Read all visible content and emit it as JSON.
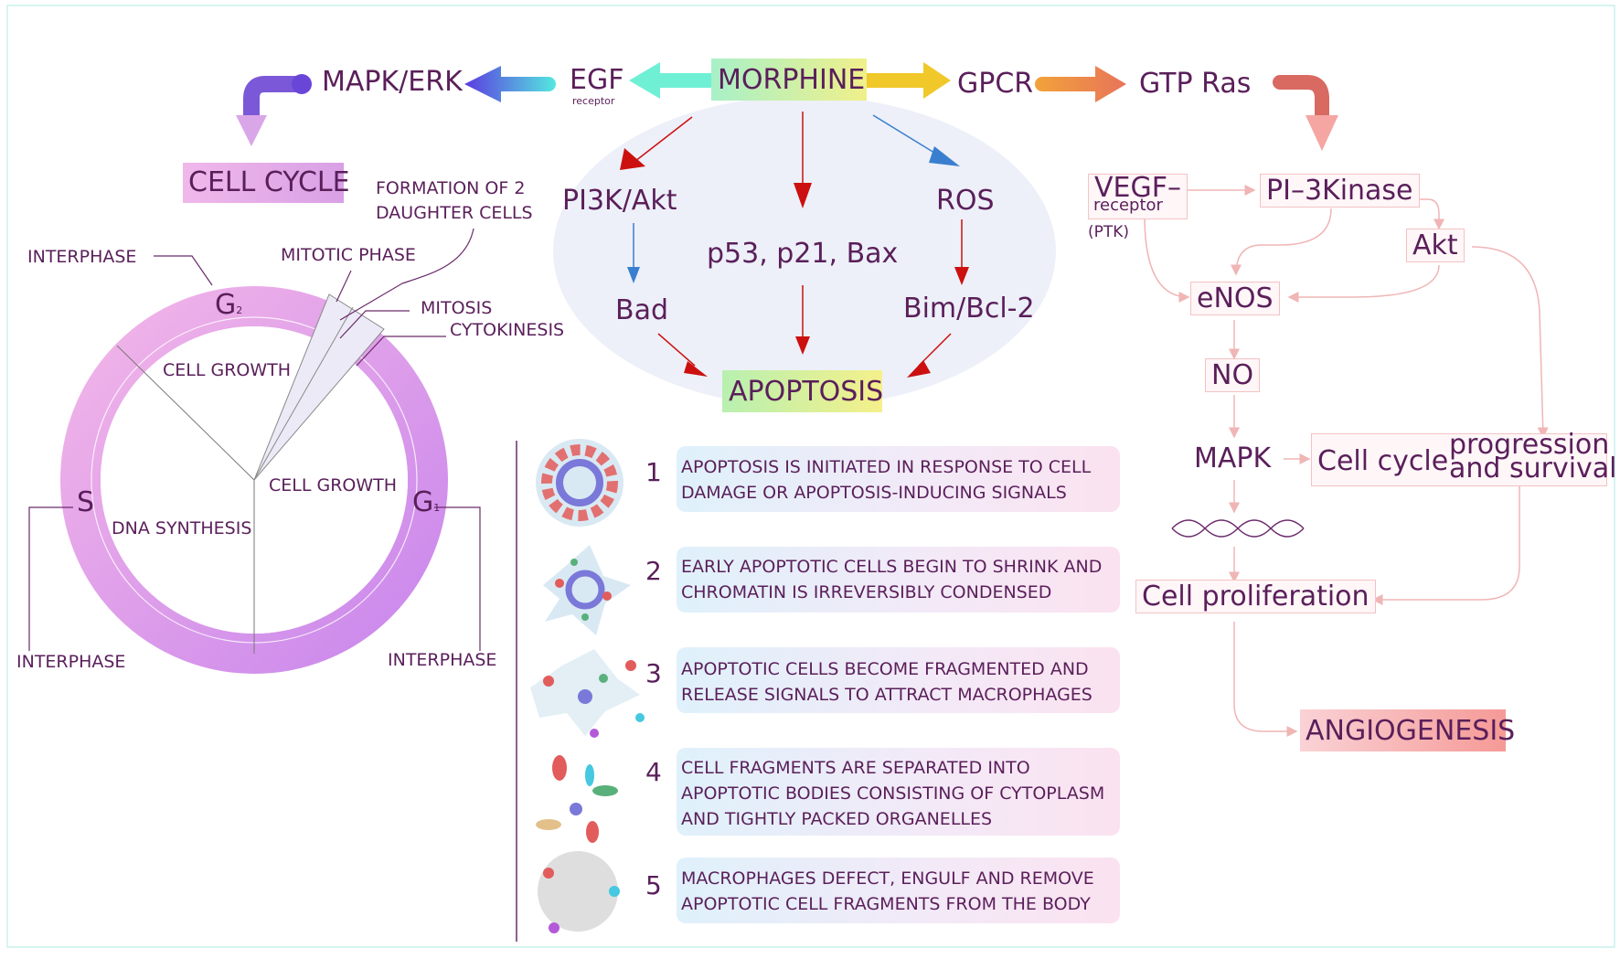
{
  "top_row": {
    "mapk_erk": "MAPK/ERK",
    "egf": "EGF",
    "egf_sub": "receptor",
    "morphine": "MORPHINE",
    "gpcr": "GPCR",
    "gtp_ras": "GTP Ras"
  },
  "cell_cycle": {
    "title": "CELL CYCLE",
    "formation_line1": "FORMATION OF 2",
    "formation_line2": "DAUGHTER CELLS",
    "mitotic_phase": "MITOTIC PHASE",
    "mitosis": "MITOSIS",
    "cytokinesis": "CYTOKINESIS",
    "interphase_top": "INTERPHASE",
    "interphase_left": "INTERPHASE",
    "interphase_right": "INTERPHASE",
    "g2": "G",
    "g2_sub": "2",
    "g1": "G",
    "g1_sub": "1",
    "s": "S",
    "cell_growth_top": "CELL GROWTH",
    "cell_growth_right": "CELL GROWTH",
    "dna_synthesis": "DNA SYNTHESIS"
  },
  "apoptosis_pathway": {
    "pi3k_akt": "PI3K/Akt",
    "p53": "p53, p21, Bax",
    "ros": "ROS",
    "bad": "Bad",
    "bim": "Bim/Bcl-2",
    "apoptosis": "APOPTOSIS"
  },
  "steps": [
    {
      "num": "1",
      "line1": "APOPTOSIS IS INITIATED IN RESPONSE TO CELL",
      "line2": "DAMAGE OR APOPTOSIS-INDUCING SIGNALS",
      "line3": ""
    },
    {
      "num": "2",
      "line1": "EARLY APOPTOTIC CELLS BEGIN TO SHRINK AND",
      "line2": "CHROMATIN IS IRREVERSIBLY CONDENSED",
      "line3": ""
    },
    {
      "num": "3",
      "line1": "APOPTOTIC  CELLS  BECOME FRAGMENTED AND",
      "line2": "RELEASE SIGNALS TO ATTRACT MACROPHAGES",
      "line3": ""
    },
    {
      "num": "4",
      "line1": "CELL  FRAGMENTS  ARE  SEPARATED  INTO",
      "line2": "APOPTOTIC BODIES  CONSISTING OF CYTOPLASM",
      "line3": "AND TIGHTLY PACKED ORGANELLES"
    },
    {
      "num": "5",
      "line1": "MACROPHAGES DEFECT, ENGULF AND REMOVE",
      "line2": "APOPTOTIC CELL FRAGMENTS FROM THE BODY",
      "line3": ""
    }
  ],
  "angiogenesis_pathway": {
    "vegf": "VEGF–",
    "vegf_sub": "receptor",
    "ptk": "(PTK)",
    "pi3kinase": "PI–3Kinase",
    "akt": "Akt",
    "enos": "eNOS",
    "no": "NO",
    "mapk": "MAPK",
    "cell_cycle_label": "Cell cycle",
    "progression": "progression",
    "and_survival": "and survival",
    "cell_proliferation": "Cell proliferation",
    "angiogenesis": "ANGIOGENESIS"
  },
  "colors": {
    "dark_purple": "#5a1f5a",
    "red_arrow": "#cc1010",
    "blue_arrow": "#3a7fcf",
    "pink_line": "#f0b5b5",
    "ring": "#d893e8"
  }
}
